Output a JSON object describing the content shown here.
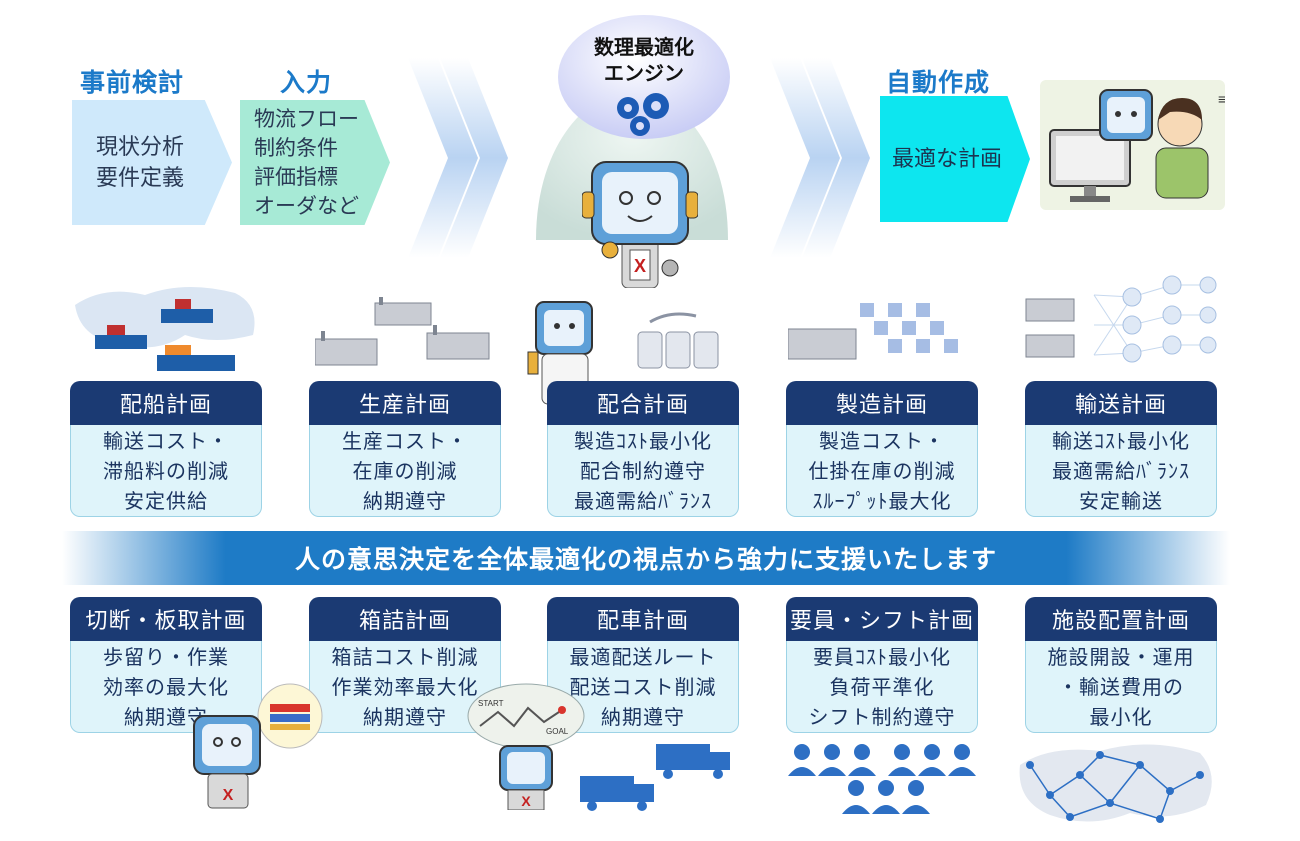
{
  "flow": {
    "steps": [
      {
        "title": "事前検討",
        "lines": [
          "現状分析",
          "要件定義"
        ]
      },
      {
        "title": "入力",
        "lines": [
          "物流フロー",
          "制約条件",
          "評価指標",
          "オーダなど"
        ]
      },
      {
        "title": "自動作成",
        "lines": [
          "最適な計画"
        ]
      }
    ],
    "engine": [
      "数理最適化",
      "エンジン"
    ]
  },
  "cards_top": [
    {
      "title": "配船計画",
      "lines": [
        "輸送コスト・",
        "滞船料の削減",
        "安定供給"
      ]
    },
    {
      "title": "生産計画",
      "lines": [
        "生産コスト・",
        "在庫の削減",
        "納期遵守"
      ]
    },
    {
      "title": "配合計画",
      "lines": [
        "製造ｺｽﾄ最小化",
        "配合制約遵守",
        "最適需給ﾊﾞﾗﾝｽ"
      ]
    },
    {
      "title": "製造計画",
      "lines": [
        "製造コスト・",
        "仕掛在庫の削減",
        "ｽﾙｰﾌﾟｯﾄ最大化"
      ]
    },
    {
      "title": "輸送計画",
      "lines": [
        "輸送ｺｽﾄ最小化",
        "最適需給ﾊﾞﾗﾝｽ",
        "安定輸送"
      ]
    }
  ],
  "banner": "人の意思決定を全体最適化の視点から強力に支援いたします",
  "cards_bottom": [
    {
      "title": "切断・板取計画",
      "lines": [
        "歩留り・作業",
        "効率の最大化",
        "納期遵守"
      ]
    },
    {
      "title": "箱詰計画",
      "lines": [
        "箱詰コスト削減",
        "作業効率最大化",
        "納期遵守"
      ]
    },
    {
      "title": "配車計画",
      "lines": [
        "最適配送ルート",
        "配送コスト削減",
        "納期遵守"
      ]
    },
    {
      "title": "要員・シフト計画",
      "lines": [
        "要員ｺｽﾄ最小化",
        "負荷平準化",
        "シフト制約遵守"
      ]
    },
    {
      "title": "施設配置計画",
      "lines": [
        "施設開設・運用",
        "・輸送費用の",
        "最小化"
      ]
    }
  ],
  "maze": {
    "start": "START",
    "goal": "GOAL"
  },
  "colors": {
    "navy": "#1b3a73",
    "card_body": "#dff4fa",
    "accent": "#1e7bc6",
    "title_blue": "#1c7ac9",
    "cyan": "#0de6ef"
  }
}
